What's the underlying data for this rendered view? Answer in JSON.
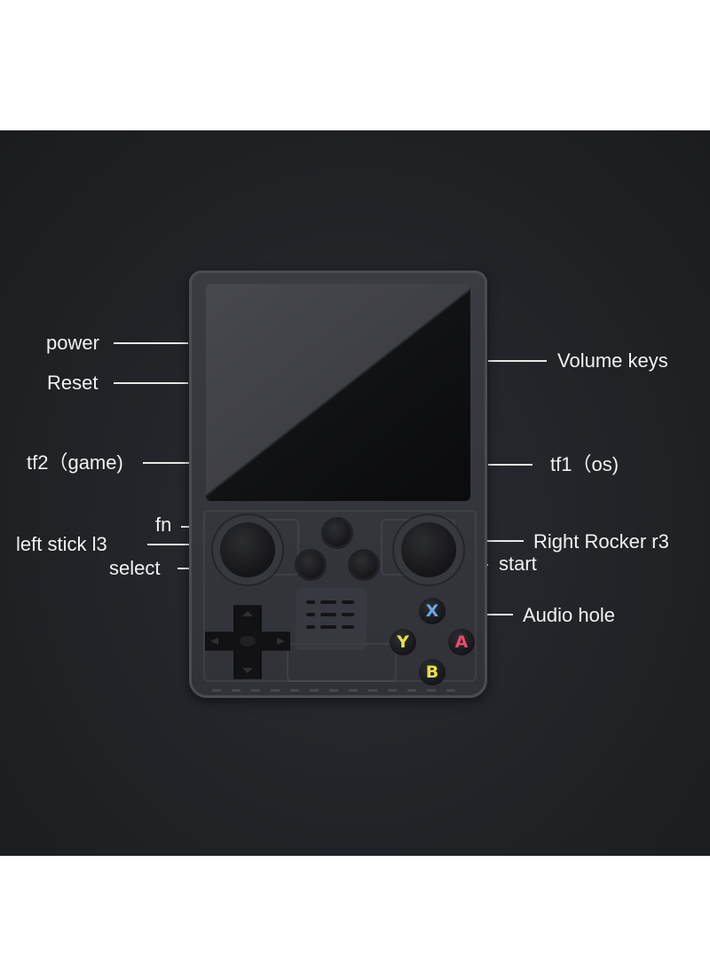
{
  "labels": {
    "power": "power",
    "reset": "Reset",
    "tf2": "tf2（game)",
    "left_stick": "left stick l3",
    "fn": "fn",
    "select": "select",
    "volume": "Volume keys",
    "tf1": "tf1（os)",
    "right_rocker": "Right Rocker r3",
    "start": "start",
    "audio": "Audio hole"
  },
  "face_buttons": {
    "x": "X",
    "y": "Y",
    "a": "A",
    "b": "B"
  },
  "colors": {
    "background": "#202226",
    "label": "#f2f2f2",
    "x_button": "#6aa8e8",
    "y_button": "#e8e04a",
    "a_button": "#e84a6a",
    "b_button": "#e8e04a"
  }
}
